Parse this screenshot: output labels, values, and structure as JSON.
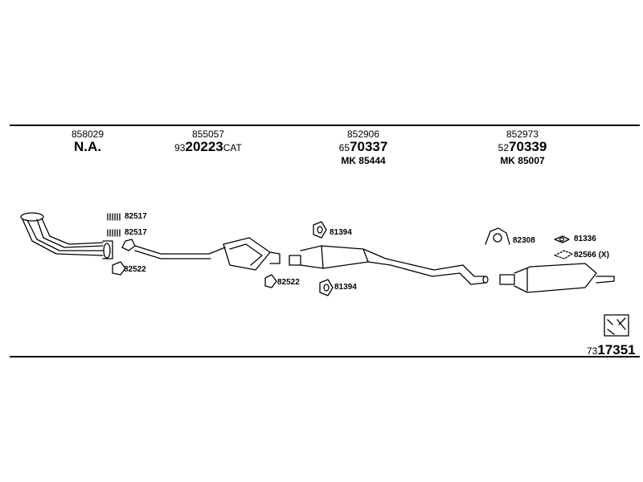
{
  "columns": [
    {
      "number": "858029",
      "big_main": "N.A.",
      "big_prefix": "",
      "big_suffix": "",
      "mk": ""
    },
    {
      "number": "855057",
      "big_prefix": "93",
      "big_main": "20223",
      "big_suffix": "CAT",
      "mk": ""
    },
    {
      "number": "852906",
      "big_prefix": "65",
      "big_main": "70337",
      "big_suffix": "",
      "mk": "MK 85444"
    },
    {
      "number": "852973",
      "big_prefix": "52",
      "big_main": "70339",
      "big_suffix": "",
      "mk": "MK 85007"
    }
  ],
  "part_labels": {
    "clamp_a": "82517",
    "clamp_b": "82517",
    "gasket_front": "82522",
    "gasket_mid": "82522",
    "hanger_top": "81394",
    "hanger_bottom": "81394",
    "hanger_rear": "82308",
    "rubber_ring": "81336",
    "seal_option": "82566 (X)"
  },
  "reference": {
    "prefix": "73",
    "main": "17351"
  }
}
